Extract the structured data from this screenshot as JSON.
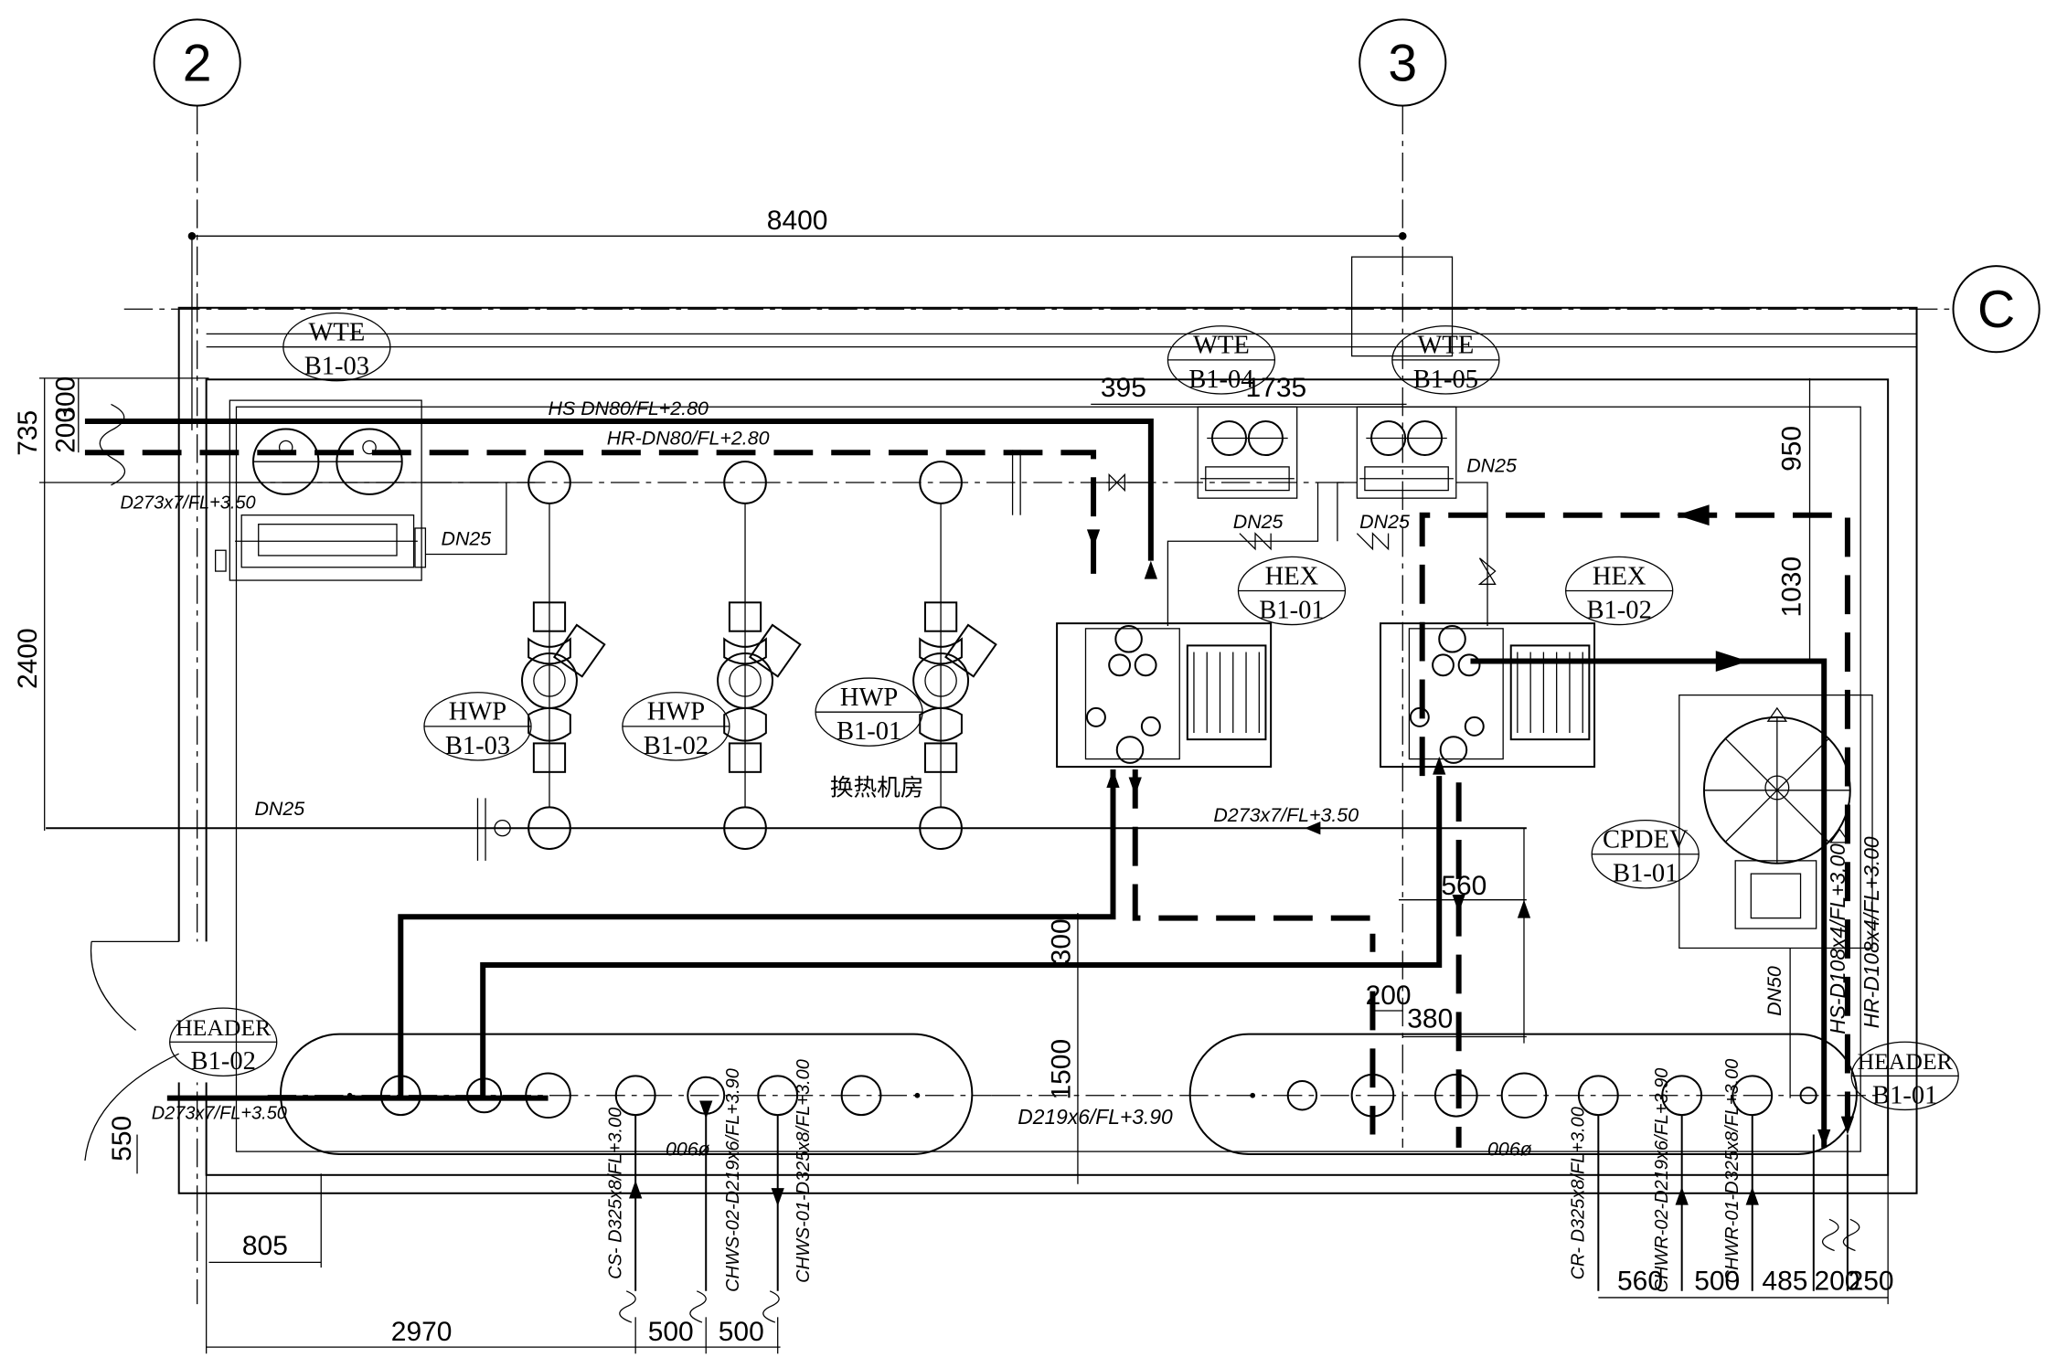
{
  "grid": {
    "col_a": "2",
    "col_b": "3",
    "row_c": "C"
  },
  "tags": {
    "wte_03": [
      "WTE",
      "B1-03"
    ],
    "wte_04": [
      "WTE",
      "B1-04"
    ],
    "wte_05": [
      "WTE",
      "B1-05"
    ],
    "hex_01": [
      "HEX",
      "B1-01"
    ],
    "hex_02": [
      "HEX",
      "B1-02"
    ],
    "hwp_03": [
      "HWP",
      "B1-03"
    ],
    "hwp_02": [
      "HWP",
      "B1-02"
    ],
    "hwp_01": [
      "HWP",
      "B1-01"
    ],
    "cpdev_01": [
      "CPDEV",
      "B1-01"
    ],
    "header_02": [
      "HEADER",
      "B1-02"
    ],
    "header_01": [
      "HEADER",
      "B1-01"
    ]
  },
  "room_name": "换热机房",
  "pipe_labels": {
    "hs": "HS  DN80/FL+2.80",
    "hr": "HR-DN80/FL+2.80",
    "d273_top": "D273x7/FL+3.50",
    "d273_mid": "D273x7/FL+3.50",
    "d273_left": "D273x7/FL+3.50",
    "d219": "D219x6/FL+3.90",
    "hs_d108": "HS-D108x4/FL+3.00",
    "hr_d108": "HR-D108x4/FL+3.00",
    "cs": "CS- D325x8/FL+3.00",
    "chws02": "CHWS-02-D219x6/FL+3.90",
    "chws01": "CHWS-01-D325x8/FL+3.00",
    "cr": "CR- D325x8/FL+3.00",
    "chwr02": "CHWR-02-D219x6/FL+3.90",
    "chwr01": "CHWR-01-D325x8/FL+3.00",
    "dn25_a": "DN25",
    "dn25_b": "DN25",
    "dn25_c": "DN25",
    "dn25_d": "DN25",
    "dn25_e": "DN25",
    "dn50": "DN50",
    "phi900_a": "006ø",
    "phi900_b": "006ø"
  },
  "dims": {
    "d8400": "8400",
    "d395": "395",
    "d1735": "1735",
    "d950": "950",
    "d1030": "1030",
    "d735": "735",
    "d200": "200",
    "d300": "300",
    "d2400": "2400",
    "d560_top": "560",
    "d300_mid": "300",
    "d200_mid": "200",
    "d380": "380",
    "d1500": "1500",
    "d550": "550",
    "d805": "805",
    "d2970": "2970",
    "d500_a": "500",
    "d500_b": "500",
    "d560_bot": "560",
    "d500_c": "500",
    "d485": "485",
    "d200_bot": "200",
    "d250": "250"
  }
}
